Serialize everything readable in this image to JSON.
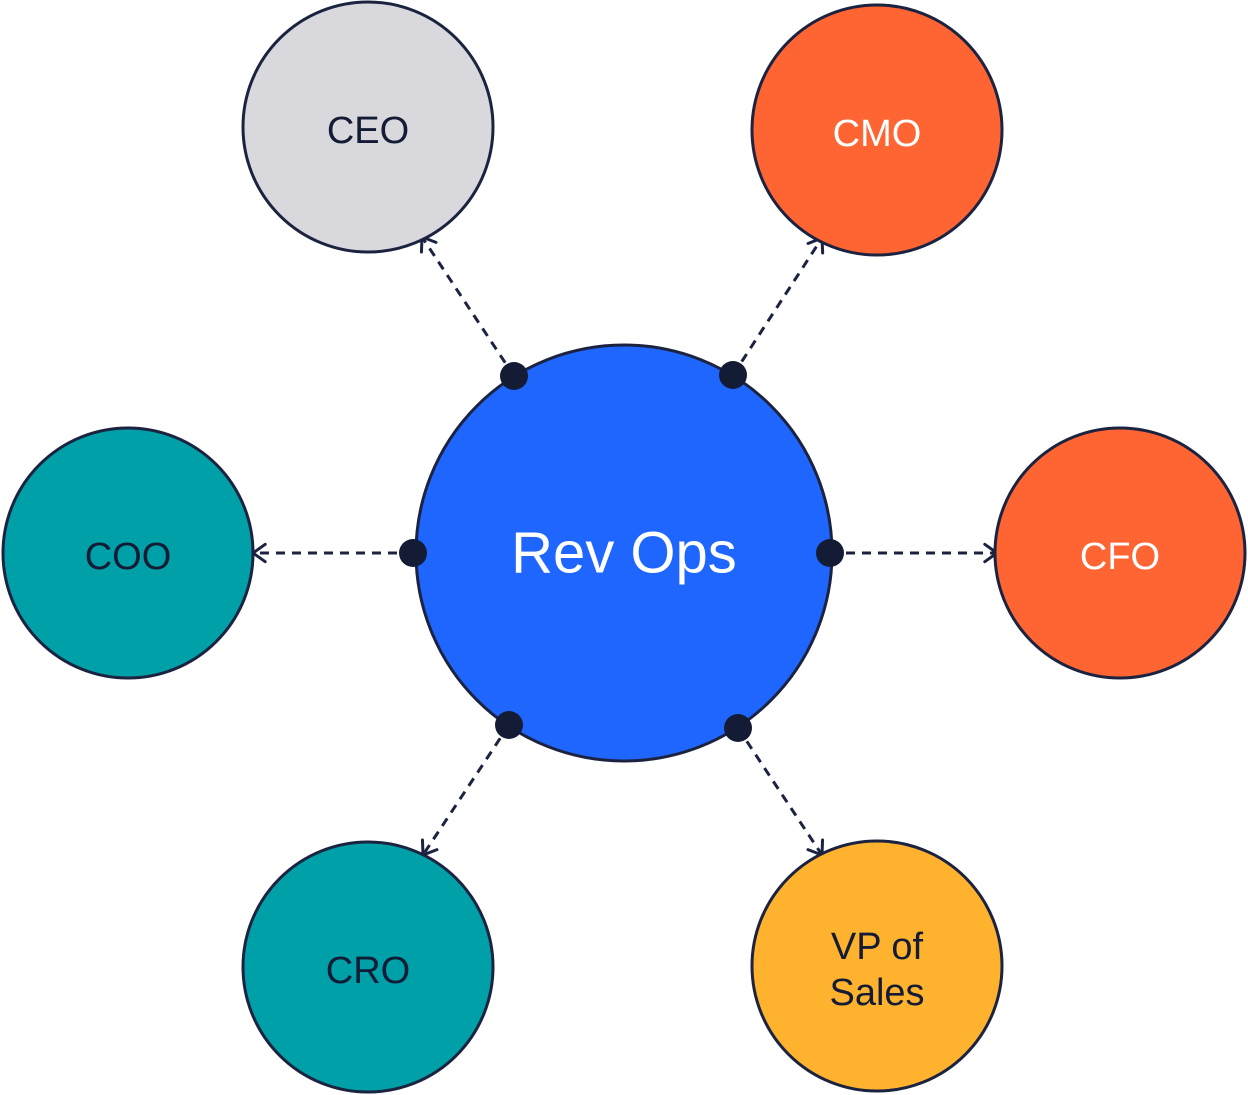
{
  "center": {
    "label": "Rev Ops",
    "color": "#1f66ff",
    "text_color": "#ffffff"
  },
  "nodes": [
    {
      "id": "ceo",
      "lines": [
        "CEO"
      ],
      "color": "#d9d8dc",
      "text_color": "#141b35"
    },
    {
      "id": "cmo",
      "lines": [
        "CMO"
      ],
      "color": "#ff6433",
      "text_color": "#ffffff"
    },
    {
      "id": "coo",
      "lines": [
        "COO"
      ],
      "color": "#00a0a8",
      "text_color": "#141b35"
    },
    {
      "id": "cfo",
      "lines": [
        "CFO"
      ],
      "color": "#ff6433",
      "text_color": "#ffffff"
    },
    {
      "id": "cro",
      "lines": [
        "CRO"
      ],
      "color": "#00a0a8",
      "text_color": "#141b35"
    },
    {
      "id": "vp-of-sales",
      "lines": [
        "VP of",
        "Sales"
      ],
      "color": "#ffb22e",
      "text_color": "#141b35"
    }
  ],
  "outline_color": "#1b2340",
  "connector_style": "dashed-arrow"
}
